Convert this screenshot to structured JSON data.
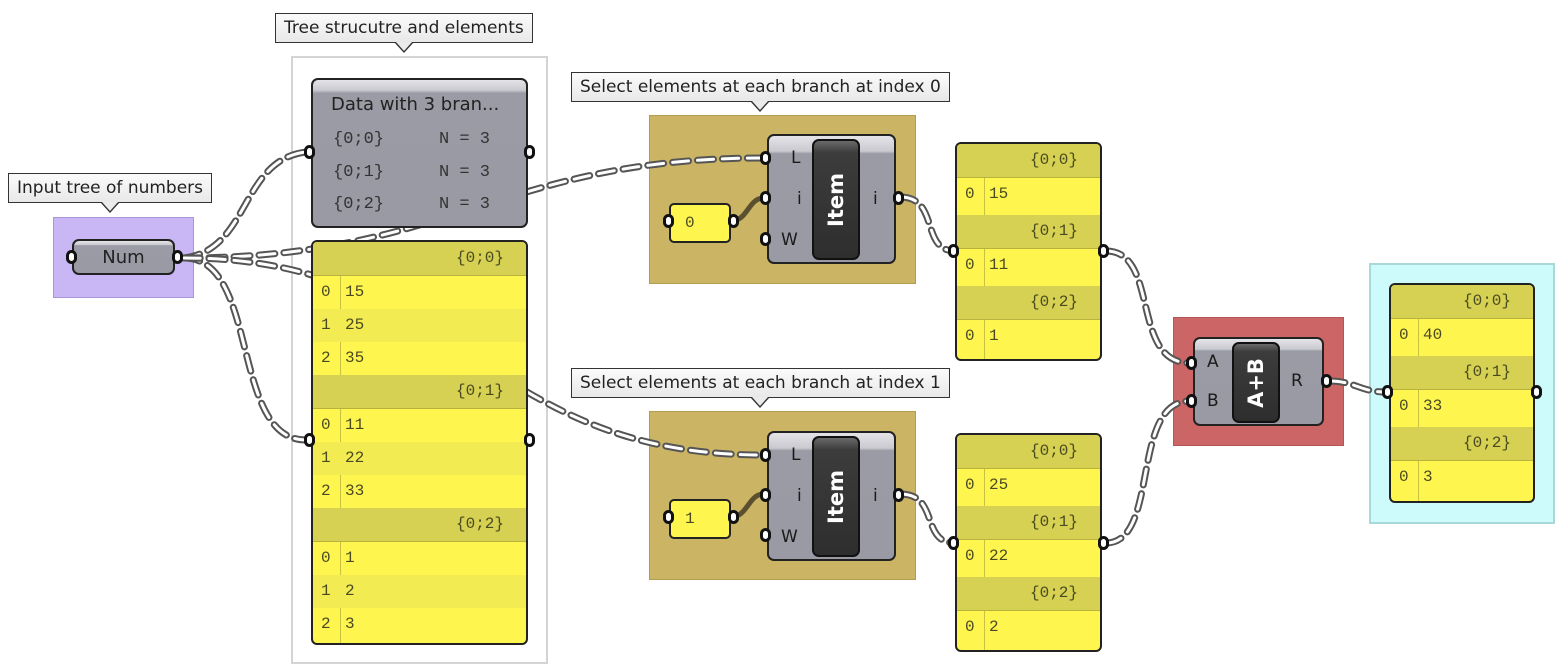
{
  "canvas": {
    "groups": {
      "input": {
        "color": "#c9b6f5"
      },
      "tree": {
        "color": "#ffffff"
      },
      "select0": {
        "color": "#cbb565"
      },
      "select1": {
        "color": "#cbb565"
      },
      "add": {
        "color": "#cc6666"
      },
      "result": {
        "color": "#cdfafb"
      }
    },
    "bubbles": {
      "input": "Input tree of numbers",
      "tree": "Tree strucutre and elements",
      "select0": "Select elements at each branch at index 0",
      "select1": "Select elements at each branch at index 1"
    },
    "num_param": {
      "label": "Num"
    },
    "param_viewer": {
      "title": "Data with 3 bran...",
      "branches": [
        {
          "path": "{0;0}",
          "count": "N = 3"
        },
        {
          "path": "{0;1}",
          "count": "N = 3"
        },
        {
          "path": "{0;2}",
          "count": "N = 3"
        }
      ]
    },
    "tree_panel": {
      "branches": [
        {
          "path": "{0;0}",
          "items": [
            {
              "i": "0",
              "v": "15"
            },
            {
              "i": "1",
              "v": "25"
            },
            {
              "i": "2",
              "v": "35"
            }
          ]
        },
        {
          "path": "{0;1}",
          "items": [
            {
              "i": "0",
              "v": "11"
            },
            {
              "i": "1",
              "v": "22"
            },
            {
              "i": "2",
              "v": "33"
            }
          ]
        },
        {
          "path": "{0;2}",
          "items": [
            {
              "i": "0",
              "v": "1"
            },
            {
              "i": "1",
              "v": "2"
            },
            {
              "i": "2",
              "v": "3"
            }
          ]
        }
      ]
    },
    "list_item_0": {
      "index_value": "0",
      "label": "Item",
      "inputs": [
        "L",
        "i",
        "W"
      ],
      "output": "i"
    },
    "list_item_1": {
      "index_value": "1",
      "label": "Item",
      "inputs": [
        "L",
        "i",
        "W"
      ],
      "output": "i"
    },
    "panel_index0": {
      "branches": [
        {
          "path": "{0;0}",
          "items": [
            {
              "i": "0",
              "v": "15"
            }
          ]
        },
        {
          "path": "{0;1}",
          "items": [
            {
              "i": "0",
              "v": "11"
            }
          ]
        },
        {
          "path": "{0;2}",
          "items": [
            {
              "i": "0",
              "v": "1"
            }
          ]
        }
      ]
    },
    "panel_index1": {
      "branches": [
        {
          "path": "{0;0}",
          "items": [
            {
              "i": "0",
              "v": "25"
            }
          ]
        },
        {
          "path": "{0;1}",
          "items": [
            {
              "i": "0",
              "v": "22"
            }
          ]
        },
        {
          "path": "{0;2}",
          "items": [
            {
              "i": "0",
              "v": "2"
            }
          ]
        }
      ]
    },
    "addition": {
      "label": "A+B",
      "inputs": [
        "A",
        "B"
      ],
      "output": "R"
    },
    "panel_result": {
      "branches": [
        {
          "path": "{0;0}",
          "items": [
            {
              "i": "0",
              "v": "40"
            }
          ]
        },
        {
          "path": "{0;1}",
          "items": [
            {
              "i": "0",
              "v": "33"
            }
          ]
        },
        {
          "path": "{0;2}",
          "items": [
            {
              "i": "0",
              "v": "3"
            }
          ]
        }
      ]
    }
  }
}
